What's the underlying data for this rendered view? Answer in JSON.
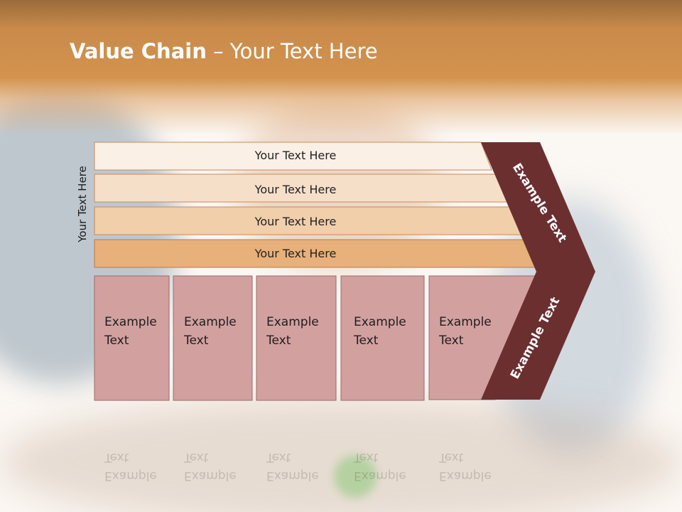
{
  "title": {
    "bold": "Value Chain",
    "rest": " – Your Text Here"
  },
  "side_label": "Your Text Here",
  "bars": [
    {
      "label": "Your Text Here",
      "color": "#fbf0e6"
    },
    {
      "label": "Your Text Here",
      "color": "#f6dfc9"
    },
    {
      "label": "Your Text Here",
      "color": "#f0cfaa"
    },
    {
      "label": "Your Text Here",
      "color": "#e8b07a"
    }
  ],
  "cards": [
    {
      "line1": "Example",
      "line2": "Text"
    },
    {
      "line1": "Example",
      "line2": "Text"
    },
    {
      "line1": "Example",
      "line2": "Text"
    },
    {
      "line1": "Example",
      "line2": "Text"
    },
    {
      "line1": "Example",
      "line2": "Text"
    }
  ],
  "chevron": {
    "upper_label": "Example Text",
    "lower_label": "Example Text",
    "color": "#6b2f30"
  },
  "card_color": "#d3a0a0",
  "header_color": "#d4944f"
}
